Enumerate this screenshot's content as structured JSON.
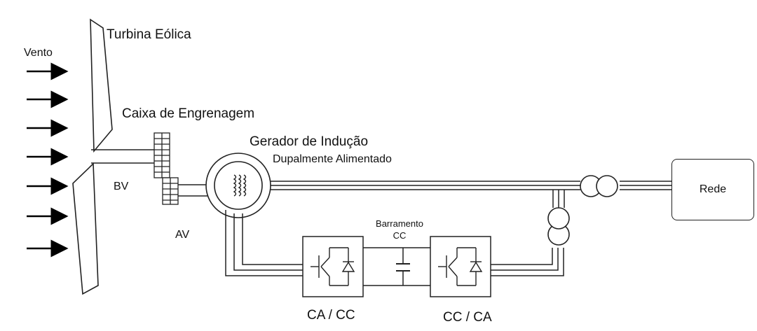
{
  "labels": {
    "wind": "Vento",
    "turbine": "Turbina Eólica",
    "gearbox": "Caixa de Engrenagem",
    "generator_line1": "Gerador de Indução",
    "generator_line2": "Dupalmente Alimentado",
    "low_speed": "BV",
    "high_speed": "AV",
    "dc_bus_line1": "Barramento",
    "dc_bus_line2": "CC",
    "rotor_converter": "CA / CC",
    "grid_converter": "CC / CA",
    "grid": "Rede"
  }
}
